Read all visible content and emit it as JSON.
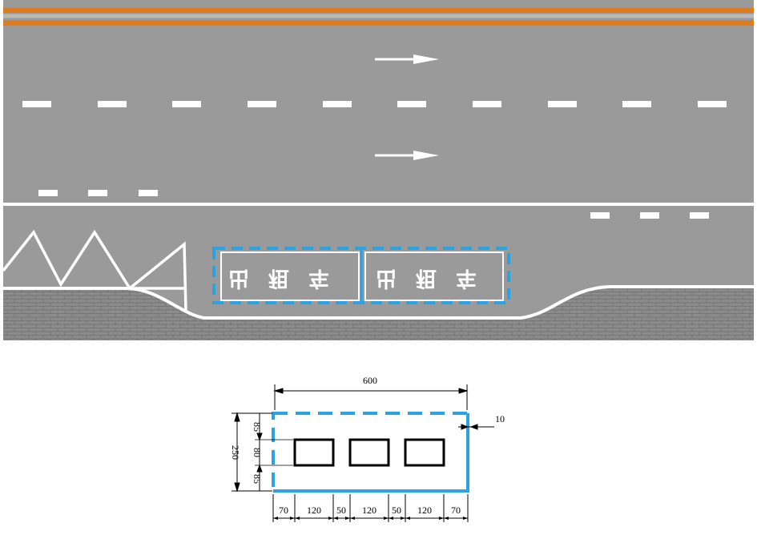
{
  "road": {
    "bay_marking_text": "出租车",
    "colors": {
      "asphalt": "#9a9a9a",
      "paving": "#8a8a8a",
      "edge_stripe": "#e07a1f",
      "marking": "#ffffff",
      "bay_outline": "#2aa3e0"
    },
    "icons": [
      "arrow-right-icon",
      "zigzag-marking"
    ]
  },
  "detail": {
    "dim_total_width": "600",
    "dim_line_width": "10",
    "dim_total_height": "250",
    "dim_vertical": [
      "85",
      "80",
      "85"
    ],
    "dim_horizontal": [
      "70",
      "120",
      "50",
      "120",
      "50",
      "120",
      "70"
    ]
  }
}
